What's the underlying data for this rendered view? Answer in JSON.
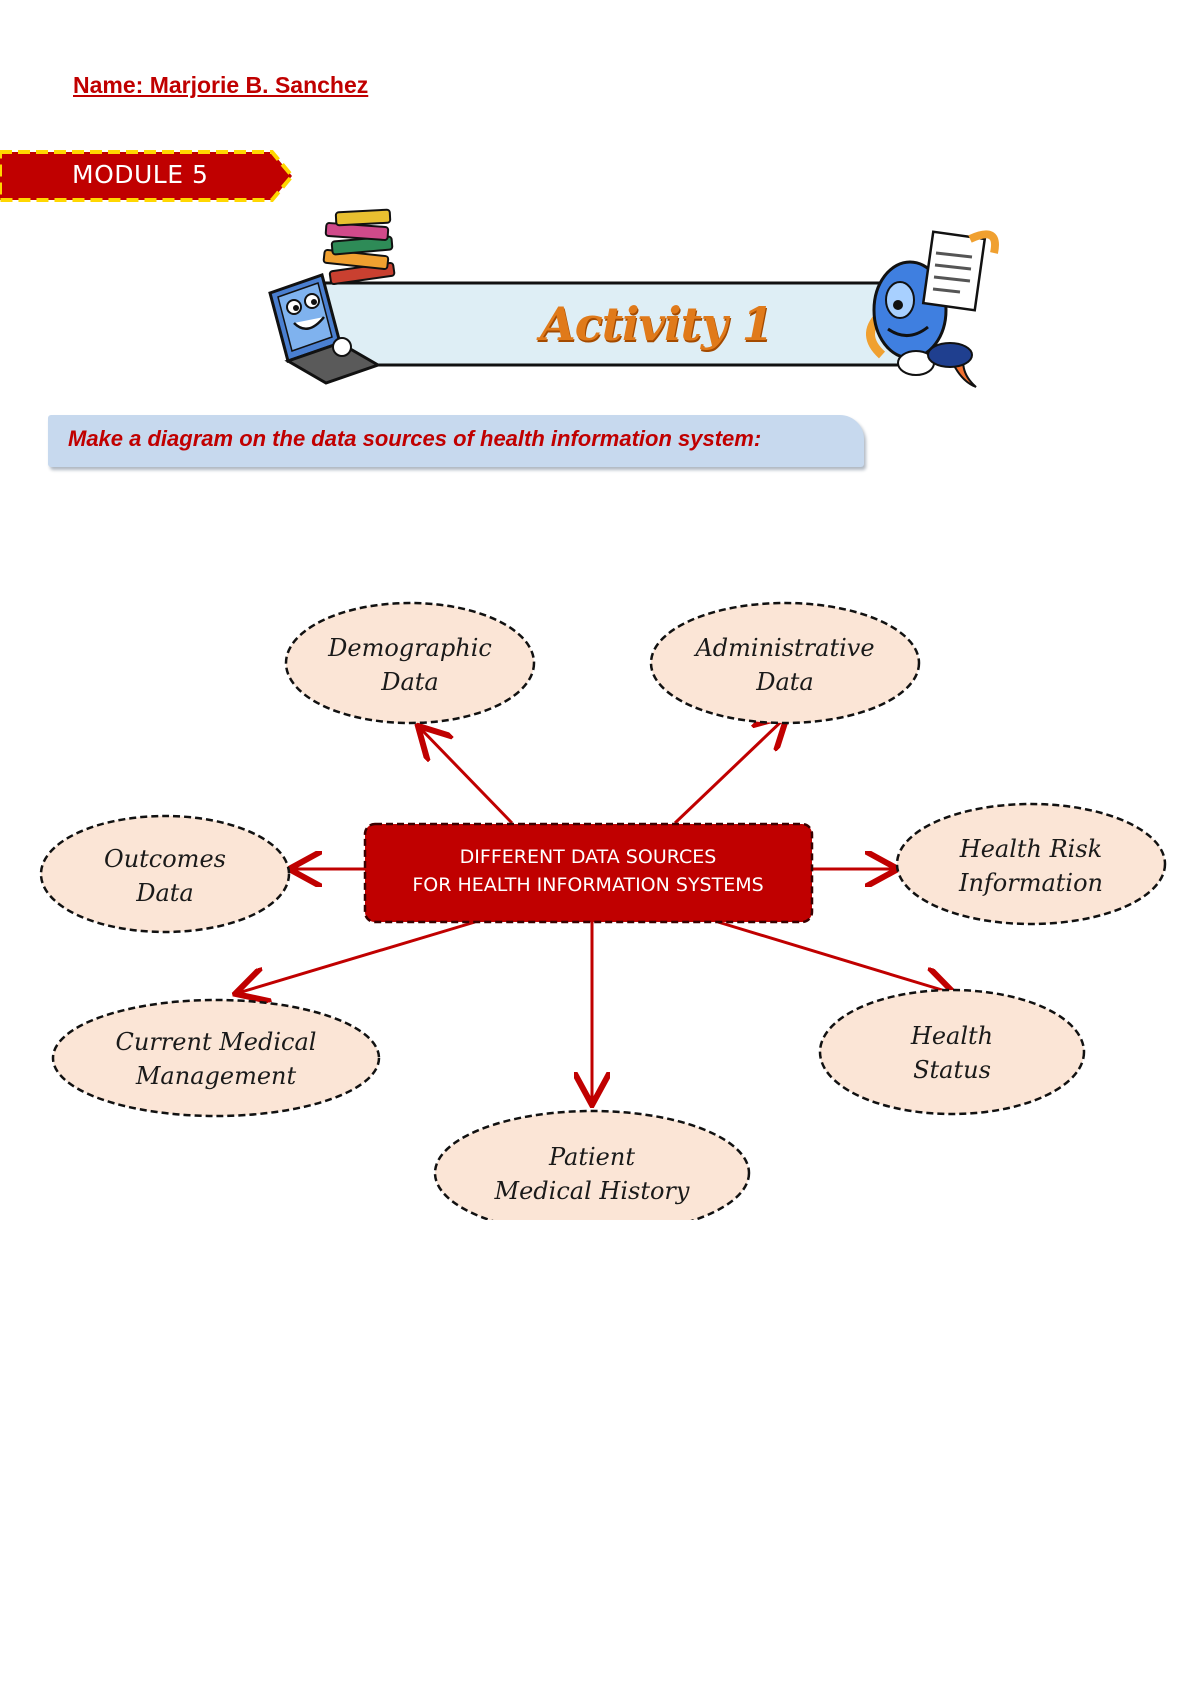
{
  "header": {
    "name_line": "Name: Marjorie B. Sanchez",
    "module_label": "MODULE 5",
    "activity_title": "Activity 1",
    "instruction": "Make a diagram on the data sources of health information system:"
  },
  "colors": {
    "accent_red": "#c00000",
    "node_fill": "#fbe5d6",
    "banner_fill": "#deeef5",
    "instruction_fill": "#c7d9ee",
    "banner_dash": "#ffd700"
  },
  "icons": [
    "laptop-mascot-icon",
    "book-stack-icon",
    "robot-document-mascot-icon"
  ],
  "diagram": {
    "center": {
      "line1": "DIFFERENT DATA SOURCES",
      "line2": "FOR HEALTH INFORMATION SYSTEMS"
    },
    "nodes": [
      {
        "id": "demographic",
        "line1": "Demographic",
        "line2": "Data"
      },
      {
        "id": "administrative",
        "line1": "Administrative",
        "line2": "Data"
      },
      {
        "id": "outcomes",
        "line1": "Outcomes",
        "line2": "Data"
      },
      {
        "id": "health-risk",
        "line1": "Health Risk",
        "line2": "Information"
      },
      {
        "id": "current-medical",
        "line1": "Current Medical",
        "line2": "Management"
      },
      {
        "id": "health-status",
        "line1": "Health",
        "line2": "Status"
      },
      {
        "id": "patient-history",
        "line1": "Patient",
        "line2": "Medical History"
      }
    ]
  }
}
